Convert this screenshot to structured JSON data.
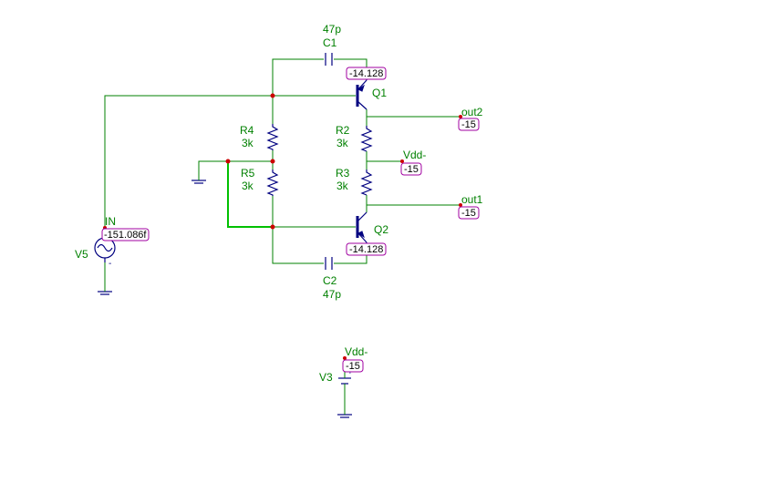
{
  "components": {
    "c1": {
      "ref": "C1",
      "value": "47p"
    },
    "c2": {
      "ref": "C2",
      "value": "47p"
    },
    "q1": {
      "ref": "Q1"
    },
    "q2": {
      "ref": "Q2"
    },
    "r2": {
      "ref": "R2",
      "value": "3k"
    },
    "r3": {
      "ref": "R3",
      "value": "3k"
    },
    "r4": {
      "ref": "R4",
      "value": "3k"
    },
    "r5": {
      "ref": "R5",
      "value": "3k"
    },
    "v5": {
      "ref": "V5"
    },
    "v3": {
      "ref": "V3"
    }
  },
  "nodes": {
    "in": {
      "label": "IN",
      "value": "-151.086f"
    },
    "out1": {
      "label": "out1",
      "value": "-15"
    },
    "out2": {
      "label": "out2",
      "value": "-15"
    },
    "vdd_top": {
      "label": "Vdd-",
      "value": "-15"
    },
    "vdd_bottom": {
      "label": "Vdd-",
      "value": "-15"
    }
  },
  "probes": {
    "q1_emitter": "-14.128",
    "q2_emitter": "-14.128"
  },
  "source_symbols": {
    "plus": "+",
    "minus": "-"
  },
  "colors": {
    "wire": "#008000",
    "component": "#000080",
    "junction": "#cc0000",
    "probe_border": "#a000a0",
    "selected_wire": "#00c000"
  }
}
